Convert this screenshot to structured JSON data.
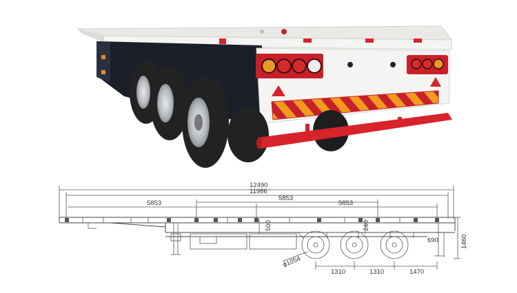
{
  "drawing": {
    "dimensions": {
      "overall_length": "12490",
      "frame_length": "11986",
      "twistlock_spacing_left": "5853",
      "twistlock_spacing_mid": "5853",
      "twistlock_spacing_right": "5853",
      "step_500": "500",
      "step_240": "240",
      "wheel_diameter": "ϕ1054",
      "rear_690": "690",
      "height_1460": "1460",
      "axle_spacing_1": "1310",
      "axle_spacing_2": "1310",
      "rear_overhang": "1470"
    }
  },
  "colors": {
    "trailer_body": "#f4f4f2",
    "chassis": "#1b1f2a",
    "tire": "#222222",
    "rim": "#c9ccd0",
    "bumper": "#d8232a",
    "reflective_orange": "#f29a1e",
    "reflective_red": "#c8202a",
    "drawing_line": "#555555"
  }
}
